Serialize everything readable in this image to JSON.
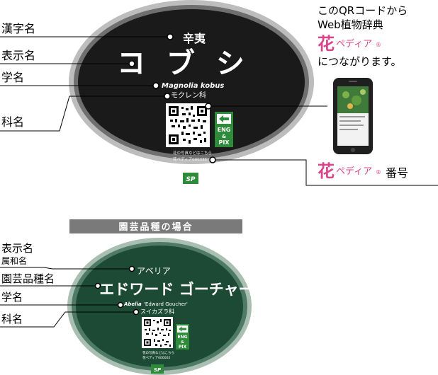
{
  "plate1": {
    "kanji_name": "辛夷",
    "display_name": "コ ブ シ",
    "scientific_name": "Magnolia kobus",
    "family": "モクレン科",
    "eng_label": "ENG",
    "amp": "&",
    "pix_label": "PIX",
    "photo_note": "花の写真などはこちら",
    "hanapedia_id": "花ペディア000331"
  },
  "plate1_labels": {
    "kanji": "漢字名",
    "display": "表示名",
    "scientific": "学名",
    "family": "科名"
  },
  "qr_callout": {
    "line1": "このQRコードから",
    "line2": "Web植物辞典",
    "brand_kanji": "花",
    "brand_kana": "ペディア",
    "brand_mark": "®",
    "line4": "につながります。"
  },
  "number_callout": {
    "brand_kanji": "花",
    "brand_kana": "ペディア",
    "brand_mark": "®",
    "suffix": "番号"
  },
  "section_banner": "園芸品種の場合",
  "plate2": {
    "genus_name": "アベリア",
    "cultivar_name": "'エドワード ゴーチャー'",
    "scientific_genus": "Abelia",
    "scientific_cultivar": "'Edward Goucher'",
    "family": "スイカズラ科",
    "eng_label": "ENG",
    "amp": "&",
    "pix_label": "PIX",
    "photo_note": "花の写真などはこちら",
    "hanapedia_id": "花ペディア000002"
  },
  "plate2_labels": {
    "display": "表示名",
    "genus": "属和名",
    "cultivar": "園芸品種名",
    "scientific": "学名",
    "family": "科名"
  },
  "colors": {
    "plate1_fill": "#1a1a1a",
    "plate1_rim": "#8a8a8a",
    "plate2_fill": "#1d4a35",
    "plate2_rim": "#5e8a74",
    "eng_green": "#2e8b3a",
    "brand_pink": "#d9458a",
    "banner_gray": "#7a7a7a"
  }
}
